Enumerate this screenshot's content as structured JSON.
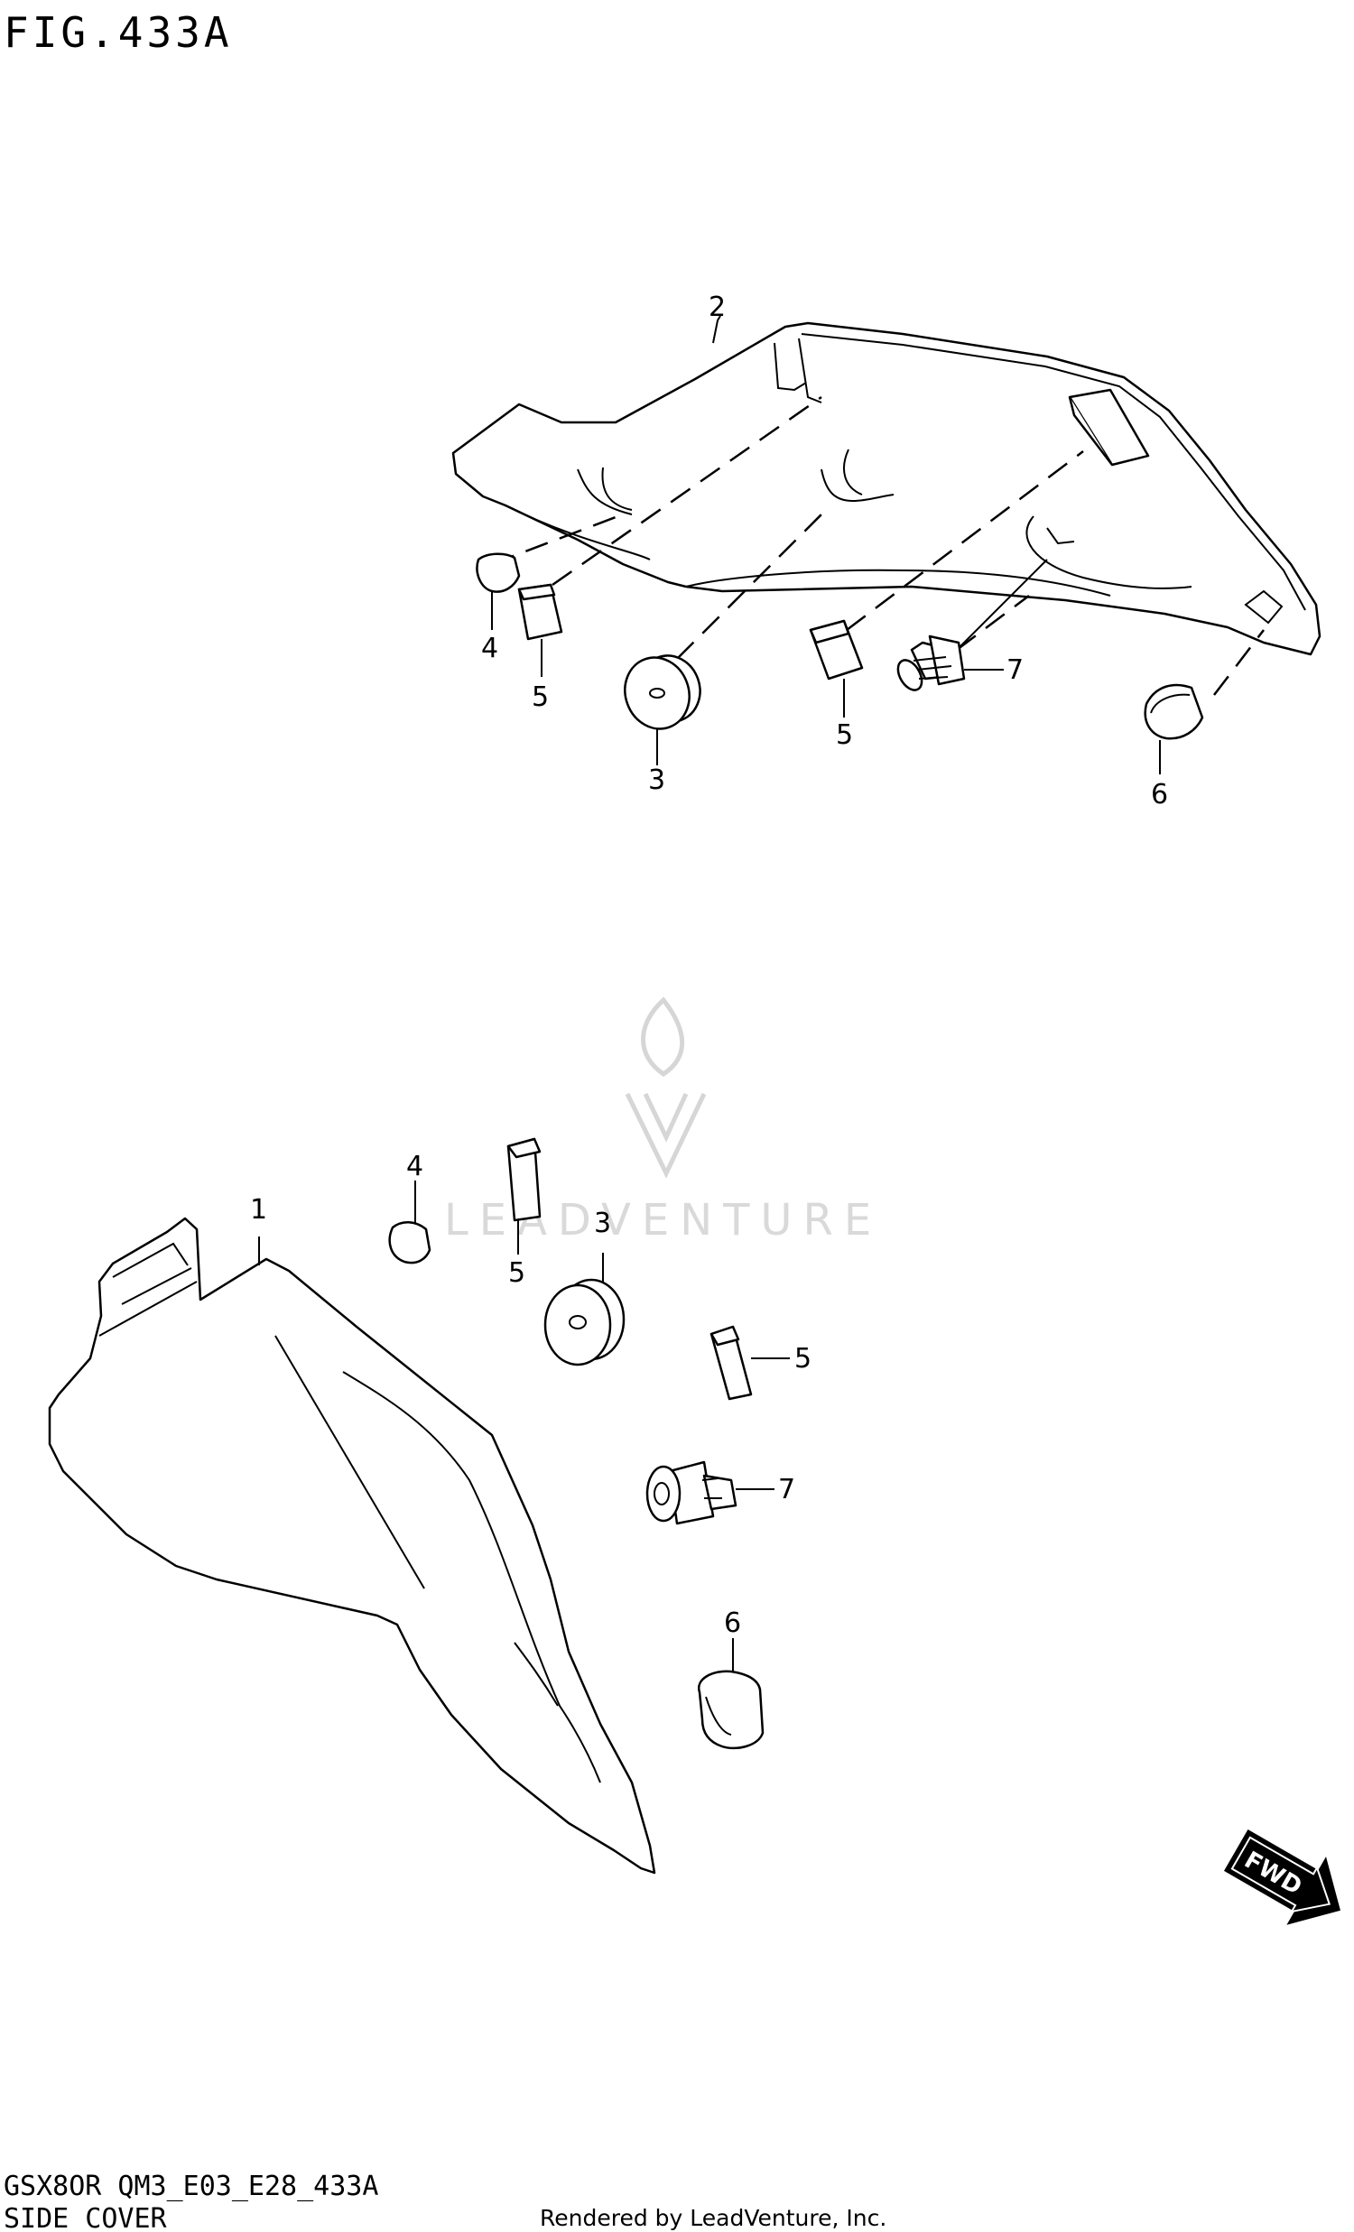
{
  "figure": {
    "title": "FIG.433A",
    "code": "GSX8OR QM3_E03_E28_433A",
    "caption": "SIDE COVER"
  },
  "credit": "Rendered by LeadVenture, Inc.",
  "watermark": "LEADVENTURE",
  "fwd_label": "FWD",
  "callouts": {
    "upper": {
      "c2": "2",
      "c4": "4",
      "c5a": "5",
      "c3": "3",
      "c5b": "5",
      "c7": "7",
      "c6": "6"
    },
    "lower": {
      "c1": "1",
      "c4": "4",
      "c5a": "5",
      "c3": "3",
      "c5b": "5",
      "c7": "7",
      "c6": "6"
    }
  }
}
